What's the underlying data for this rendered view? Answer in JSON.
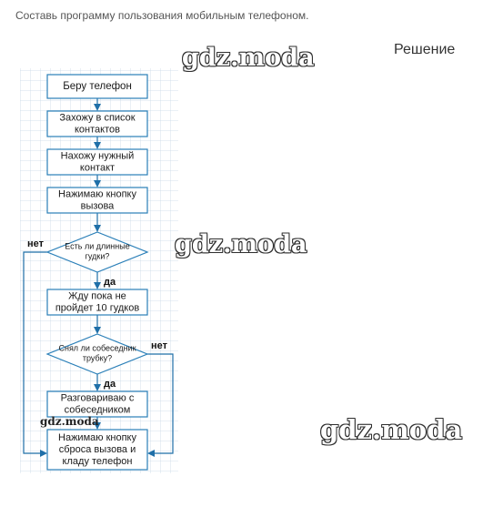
{
  "task_text": "Составь программу пользования мобильным телефоном.",
  "solution_label": "Решение",
  "watermarks": [
    "gdz.moda",
    "gdz.moda",
    "gdz.moda",
    "gdz.moda"
  ],
  "colors": {
    "box_border": "#2a7fb8",
    "arrow": "#1f6fa8",
    "grid": "#c9d9e6",
    "text": "#1a1a1a"
  },
  "flowchart": {
    "nodes": [
      {
        "id": "take-phone",
        "type": "process",
        "lines": [
          "Беру телефон"
        ]
      },
      {
        "id": "open-contacts",
        "type": "process",
        "lines": [
          "Захожу в список",
          "контактов"
        ]
      },
      {
        "id": "find-contact",
        "type": "process",
        "lines": [
          "Нахожу нужный",
          "контакт"
        ]
      },
      {
        "id": "press-call",
        "type": "process",
        "lines": [
          "Нажимаю кнопку",
          "вызова"
        ]
      },
      {
        "id": "long-beeps",
        "type": "decision",
        "lines": [
          "Есть ли длинные",
          "гудки?"
        ]
      },
      {
        "id": "wait-beeps",
        "type": "process",
        "lines": [
          "Жду пока не",
          "пройдет 10 гудков"
        ]
      },
      {
        "id": "answered",
        "type": "decision",
        "lines": [
          "Снял ли собеседник",
          "трубку?"
        ]
      },
      {
        "id": "talk",
        "type": "process",
        "lines": [
          "Разговариваю с",
          "собеседником"
        ]
      },
      {
        "id": "hang-up",
        "type": "process",
        "lines": [
          "Нажимаю кнопку",
          "сброса вызова и",
          "кладу телефон"
        ]
      }
    ],
    "edge_labels": {
      "yes": "да",
      "no": "нет"
    }
  }
}
